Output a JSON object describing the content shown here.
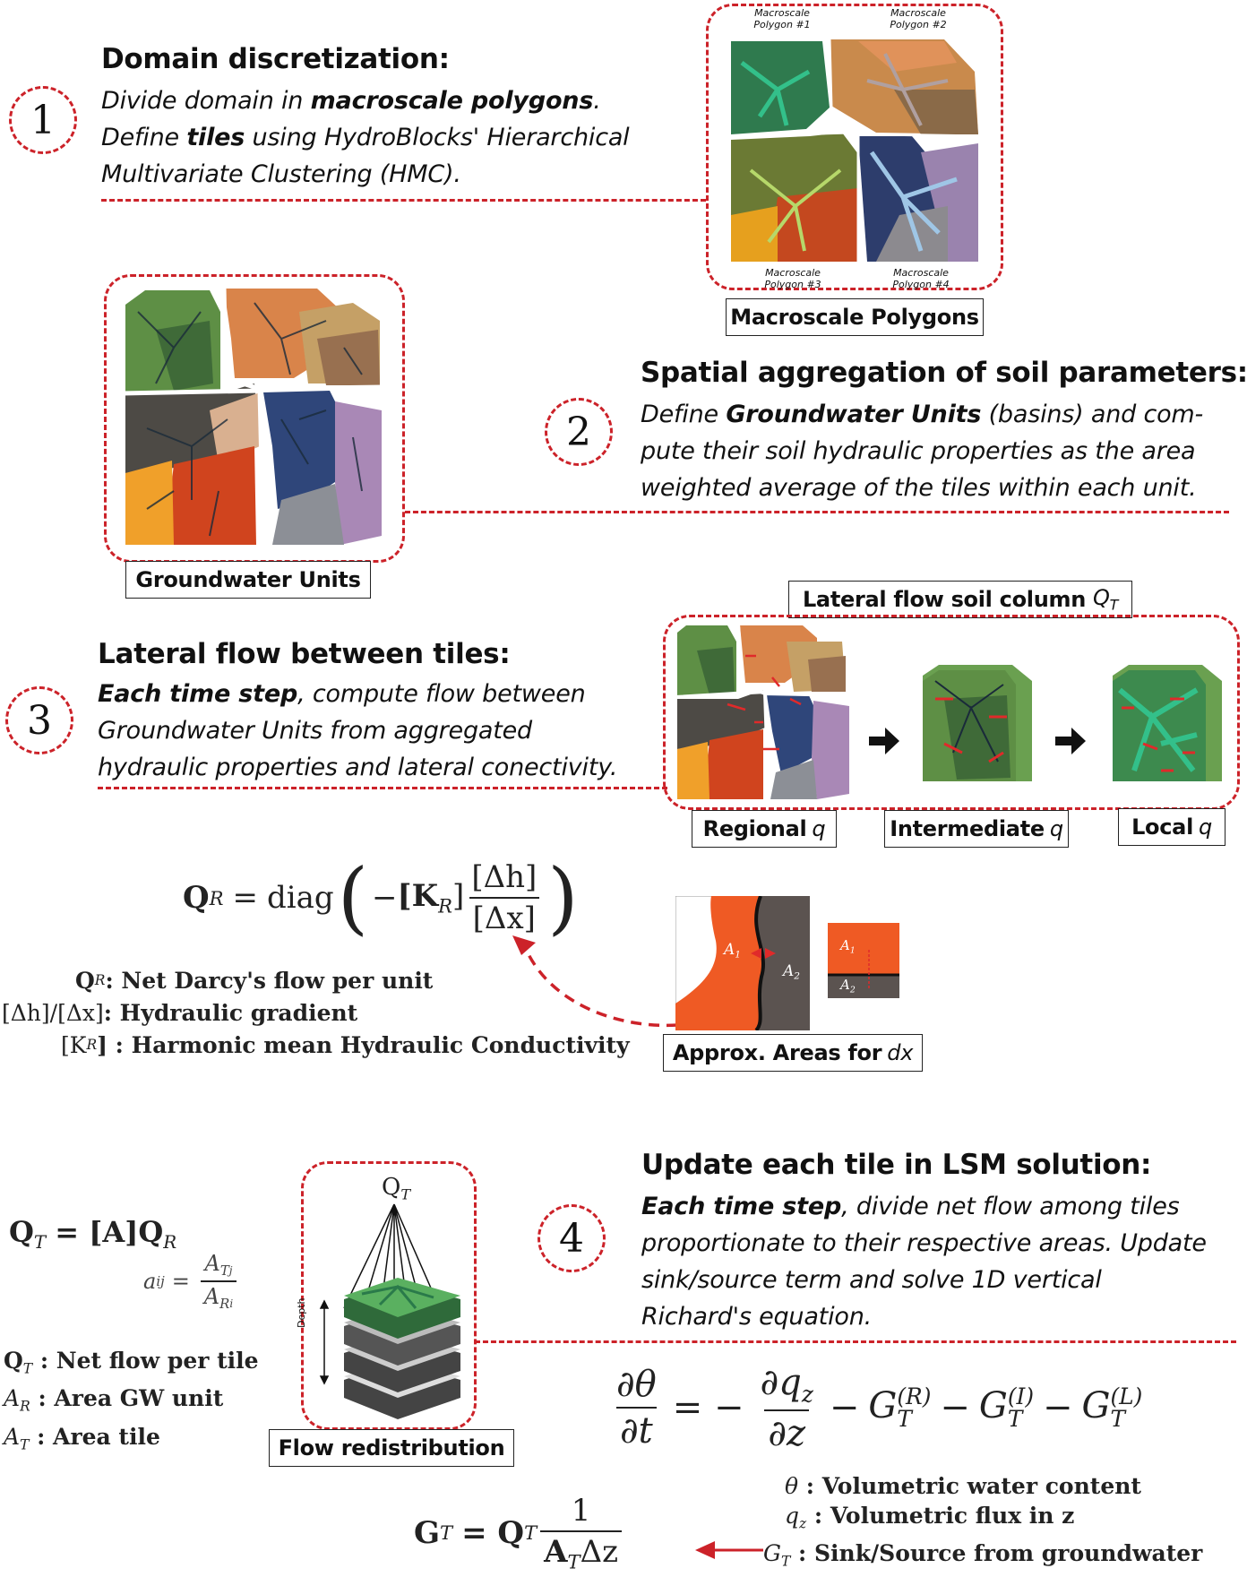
{
  "step1": {
    "number": "1",
    "title": "Domain discretization:",
    "line1_pre": "Divide domain in ",
    "line1_bold": "macroscale polygons",
    "line1_post": ".",
    "line2_pre": "Define ",
    "line2_bold": "tiles",
    "line2_post": " using HydroBlocks' Hierarchical",
    "line3": "Multivariate Clustering (HMC).",
    "figure_label": "Macroscale Polygons",
    "polygon_labels": [
      "Macroscale Polygon #1",
      "Macroscale Polygon #2",
      "Macroscale Polygon #3",
      "Macroscale Polygon #4"
    ]
  },
  "step2": {
    "number": "2",
    "title": "Spatial aggregation of soil parameters:",
    "line1_pre": "Define ",
    "line1_bold": "Groundwater Units",
    "line1_post": " (basins) and com-",
    "line2": "pute their soil hydraulic properties as the area",
    "line3": "weighted average of the tiles within each unit.",
    "figure_label": "Groundwater Units"
  },
  "step3": {
    "number": "3",
    "title": "Lateral flow between tiles:",
    "line1_bold": "Each time step",
    "line1_post": ", compute flow between",
    "line2": "Groundwater Units from aggregated",
    "line3": "hydraulic properties and lateral conectivity.",
    "column_label": "Lateral flow soil column",
    "column_symbol": "Q",
    "column_sub": "T",
    "regional_label": "Regional",
    "intermediate_label": "Intermediate",
    "local_label": "Local",
    "q_symbol": "q",
    "areas_label": "Approx. Areas for",
    "areas_symbol": "dx",
    "area1": "A",
    "area1_sub": "1",
    "area2": "A",
    "area2_sub": "2"
  },
  "eq_regional": {
    "lhs": "Q",
    "lhs_sub": "R",
    "eq": "=",
    "op": "diag",
    "minus": "−",
    "k": "[K",
    "k_sub": "R",
    "k_close": "]",
    "num": "[Δh]",
    "den": "[Δx]",
    "legend": [
      {
        "sym": "Q",
        "sub": "R",
        "text": " : Net Darcy's flow per unit"
      },
      {
        "sym": "[Δh]/[Δx]",
        "sub": "",
        "text": " : Hydraulic gradient"
      },
      {
        "sym": "[K",
        "sub": "R",
        "text": "] : Harmonic mean Hydraulic Conductivity"
      }
    ]
  },
  "step4": {
    "number": "4",
    "title": "Update each tile in LSM solution:",
    "line1_bold": "Each time step",
    "line1_post": ", divide net flow among tiles",
    "line2": "proportionate to their respective areas. Update",
    "line3": "sink/source term and solve 1D vertical",
    "line4": "Richard's equation.",
    "figure_label": "Flow redistribution",
    "figure_q": "Q",
    "figure_q_sub": "T",
    "depth_label": "Depth"
  },
  "eq_tile": {
    "lhs": "Q",
    "lhs_sub": "T",
    "rhs": "= [A]Q",
    "rhs_sub": "R",
    "aij": "a",
    "aij_sub": "ij",
    "num": "A",
    "num_sub": "T",
    "num_subsub": "j",
    "den": "A",
    "den_sub": "R",
    "den_subsub": "i",
    "legend": [
      {
        "sym": "Q",
        "sub": "T",
        "text": " : Net flow per tile"
      },
      {
        "sym": "A",
        "sub": "R",
        "text": " : Area GW unit"
      },
      {
        "sym": "A",
        "sub": "T",
        "text": " : Area tile"
      }
    ]
  },
  "eq_richards": {
    "lhs_num": "∂θ",
    "lhs_den": "∂t",
    "eq": "= −",
    "rhs_num": "∂q",
    "rhs_num_sub": "z",
    "rhs_den": "∂z",
    "g": "G",
    "g_sub": "T",
    "terms": [
      "(R)",
      "(I)",
      "(L)"
    ],
    "minus": "−",
    "legend": [
      {
        "sym": "θ",
        "sub": "",
        "text": " : Volumetric water content"
      },
      {
        "sym": "q",
        "sub": "z",
        "text": " : Volumetric flux in z"
      },
      {
        "sym": "G",
        "sub": "T",
        "text": " : Sink/Source from groundwater"
      }
    ]
  },
  "eq_gt": {
    "lhs": "G",
    "lhs_sub": "T",
    "eq": "= Q",
    "q_sub": "T",
    "num": "1",
    "den": "A",
    "den_sub": "T",
    "den_post": "Δz"
  },
  "colors": {
    "accent": "#cc2229",
    "green": "#5e8f45",
    "orange": "#d96a2a",
    "blue": "#2f4a7a",
    "purple": "#a889b4"
  }
}
